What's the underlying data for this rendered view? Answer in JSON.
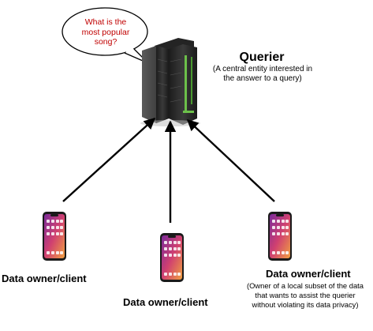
{
  "speech_bubble": {
    "lines": [
      "What is the",
      "most popular",
      "song?"
    ]
  },
  "querier": {
    "title": "Querier",
    "description_lines": [
      "(A central entity interested in",
      "the answer to a query)"
    ]
  },
  "clients": [
    {
      "label": "Data owner/client"
    },
    {
      "label": "Data owner/client"
    },
    {
      "label": "Data owner/client",
      "description_lines": [
        "(Owner of a local subset of the data",
        "that wants to assist the querier",
        "without violating its data privacy)"
      ]
    }
  ],
  "colors": {
    "question_text": "#c00000",
    "arrow": "#000000",
    "server_body": "#2e2e2e",
    "server_accent": "#6cc04a"
  },
  "icons": {
    "server": "server-rack-icon",
    "phone": "smartphone-icon",
    "bubble": "speech-bubble-icon"
  }
}
